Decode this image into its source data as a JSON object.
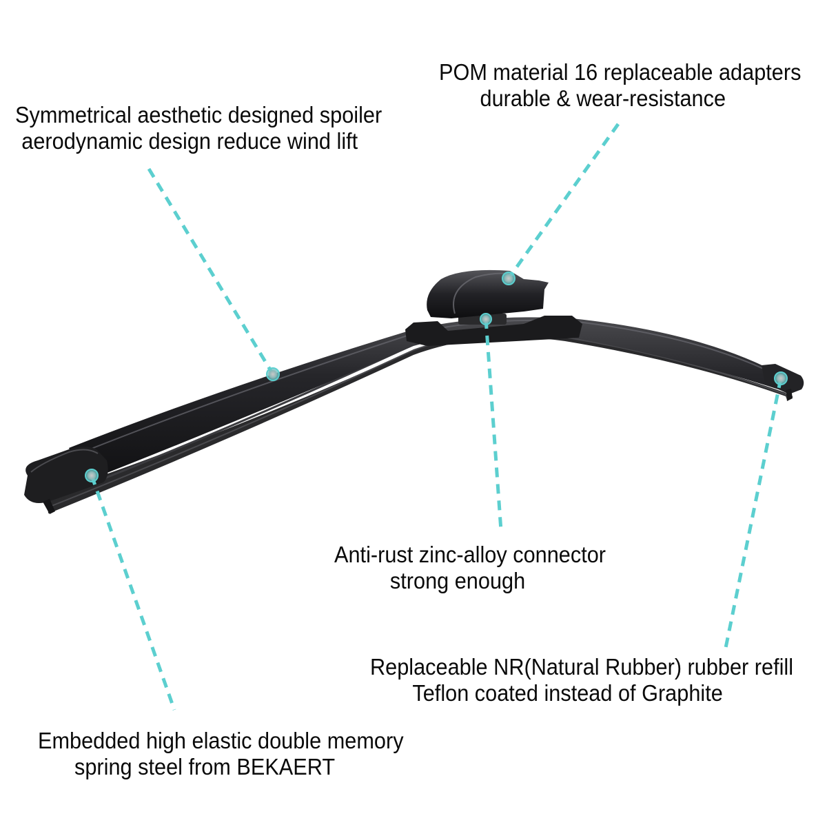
{
  "product": {
    "name": "wiper-blade",
    "accent_color": "#5ccfcf",
    "blade_color": "#1c1c1e"
  },
  "callouts": {
    "pom_adapters": {
      "line1": "POM material 16 replaceable adapters",
      "line2": "durable & wear-resistance"
    },
    "spoiler": {
      "line1": "Symmetrical aesthetic designed spoiler",
      "line2": "aerodynamic design reduce wind lift"
    },
    "connector": {
      "line1": "Anti-rust zinc-alloy connector",
      "line2": "strong enough"
    },
    "rubber_refill": {
      "line1": "Replaceable NR(Natural Rubber) rubber refill",
      "line2": "Teflon coated instead of Graphite"
    },
    "spring_steel": {
      "line1": "Embedded high elastic double memory",
      "line2": "spring steel from BEKAERT"
    }
  }
}
